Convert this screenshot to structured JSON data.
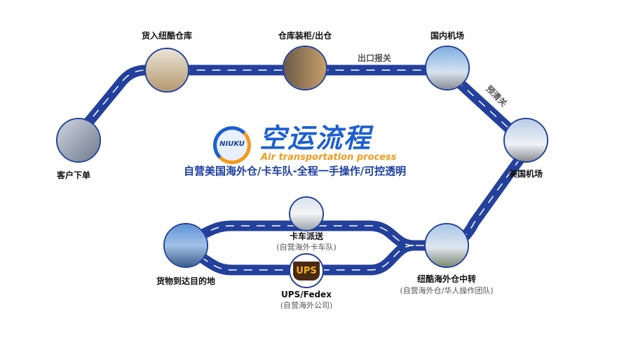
{
  "logo": {
    "text": "NIUKU"
  },
  "title": "空运流程",
  "title_en": "Air transportation process",
  "slogan": "自营美国海外仓/卡车队-全程一手操作/可控透明",
  "road_labels": {
    "export": "出口报关",
    "preclear": "预清关"
  },
  "steps": [
    {
      "label": "客户下单"
    },
    {
      "label": "货入纽酷仓库"
    },
    {
      "label": "仓库装柜/出仓"
    },
    {
      "label": "国内机场"
    },
    {
      "label": "美国机场"
    },
    {
      "label": "纽酷海外仓中转",
      "sub": "(自营海外仓/华人操作团队)"
    },
    {
      "label": "卡车派送",
      "sub": "(自营海外卡车队)"
    },
    {
      "label": "UPS/Fedex",
      "sub": "(自营海外公司)"
    },
    {
      "label": "货物到达目的地"
    }
  ],
  "ups_logo": "UPS",
  "colors": {
    "road": "#23409c",
    "accent": "#1d5fd0",
    "orange": "#f29a1d"
  }
}
